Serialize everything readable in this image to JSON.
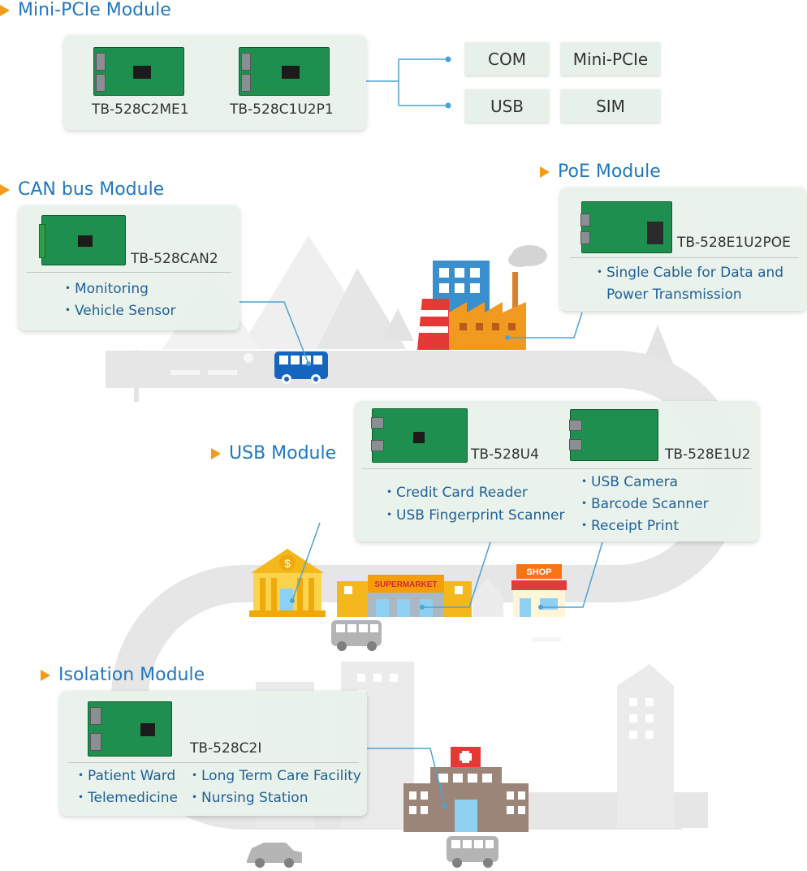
{
  "sections": {
    "mini_pcie": {
      "title": "Mini-PCIe Module",
      "models": [
        "TB-528C2ME1",
        "TB-528C1U2P1"
      ],
      "interfaces": [
        "COM",
        "Mini-PCIe",
        "USB",
        "SIM"
      ]
    },
    "can_bus": {
      "title": "CAN bus Module",
      "model": "TB-528CAN2",
      "uses": [
        "Monitoring",
        "Vehicle  Sensor"
      ]
    },
    "poe": {
      "title": "PoE Module",
      "model": "TB-528E1U2POE",
      "uses": [
        "Single Cable for Data and",
        "Power Transmission"
      ]
    },
    "usb": {
      "title": "USB Module",
      "models": [
        "TB-528U4",
        "TB-528E1U2"
      ],
      "uses_left": [
        "Credit Card Reader",
        "USB Fingerprint  Scanner"
      ],
      "uses_right": [
        "USB Camera",
        "Barcode Scanner",
        "Receipt Print"
      ]
    },
    "isolation": {
      "title": "Isolation Module",
      "model": "TB-528C2I",
      "uses_left": [
        "Patient Ward",
        "Telemedicine"
      ],
      "uses_right": [
        "Long Term Care Facility",
        "Nursing Station"
      ]
    }
  },
  "illustration": {
    "supermarket_sign": "SUPERMARKET",
    "shop_sign": "SHOP",
    "bank_symbol": "$",
    "colors": {
      "road": "#e6e6e6",
      "background_scenery": "#ececec",
      "accent_orange": "#f39c19",
      "header_blue": "#1f78c1",
      "connector_line": "#4aa3d8",
      "panel": "#e8f2ea"
    }
  }
}
